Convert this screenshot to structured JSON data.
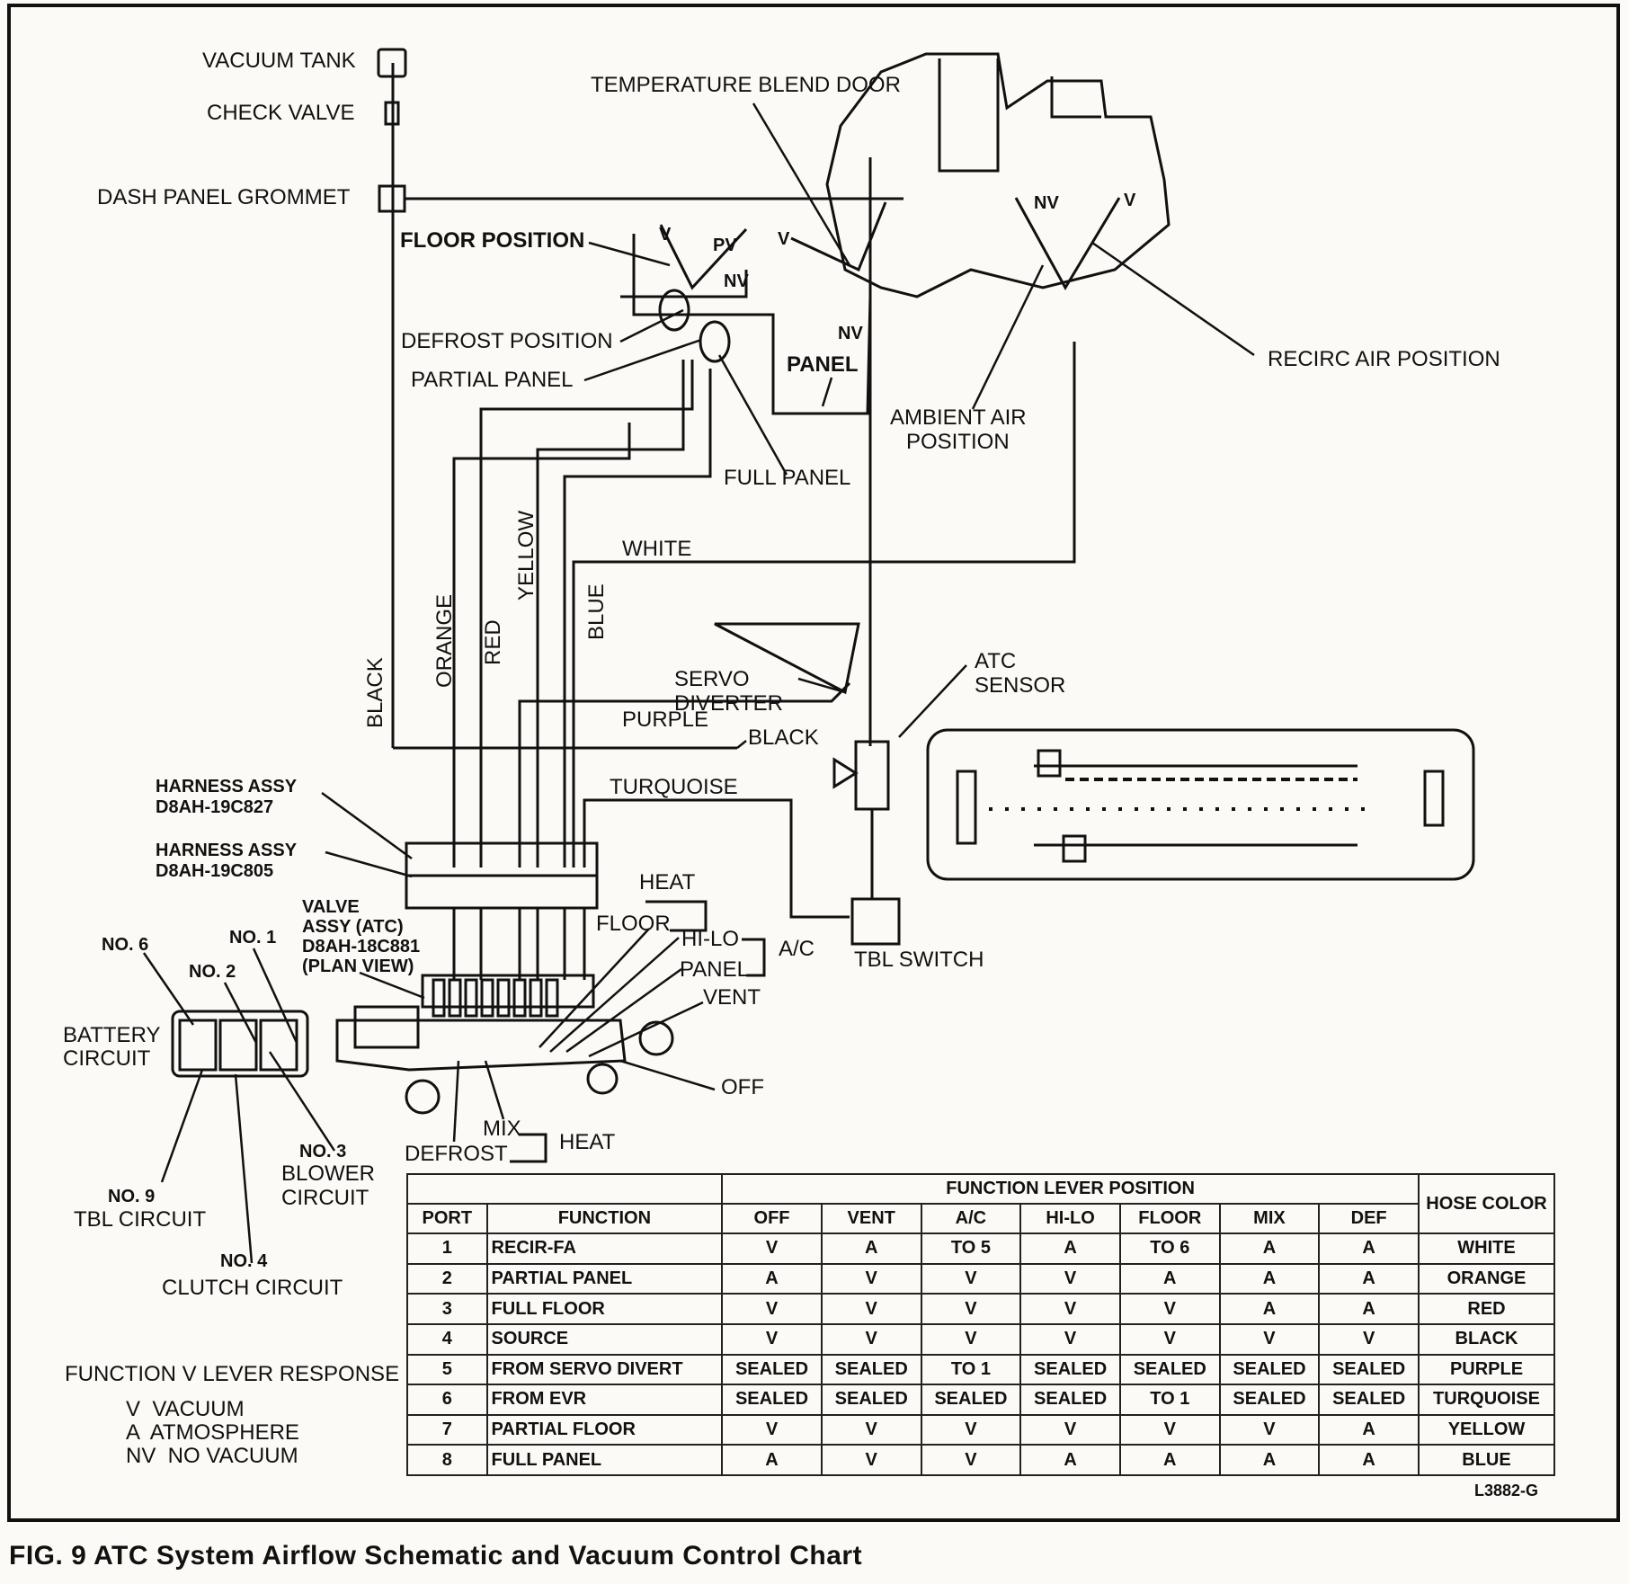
{
  "labels": {
    "vacuum_tank": "VACUUM TANK",
    "check_valve": "CHECK VALVE",
    "dash_panel_grommet": "DASH PANEL GROMMET",
    "temperature_blend_door": "TEMPERATURE BLEND DOOR",
    "floor_position": "FLOOR POSITION",
    "defrost_position": "DEFROST POSITION",
    "partial_panel": "PARTIAL PANEL",
    "panel": "PANEL",
    "full_panel": "FULL PANEL",
    "recirc_air_position": "RECIRC AIR POSITION",
    "ambient_air_position_1": "AMBIENT AIR",
    "ambient_air_position_2": "POSITION",
    "white": "WHITE",
    "yellow": "YELLOW",
    "blue": "BLUE",
    "orange": "ORANGE",
    "red": "RED",
    "black_vertical": "BLACK",
    "servo_diverter_1": "SERVO",
    "servo_diverter_2": "DIVERTER",
    "atc_sensor_1": "ATC",
    "atc_sensor_2": "SENSOR",
    "purple": "PURPLE",
    "black": "BLACK",
    "turquoise": "TURQUOISE",
    "harness_assy_1a": "HARNESS ASSY",
    "harness_assy_1b": "D8AH-19C827",
    "harness_assy_2a": "HARNESS ASSY",
    "harness_assy_2b": "D8AH-19C805",
    "valve_assy_1": "VALVE",
    "valve_assy_2": "ASSY (ATC)",
    "valve_assy_3": "D8AH-18C881",
    "valve_assy_4": "(PLAN VIEW)",
    "no6": "NO. 6",
    "no1": "NO. 1",
    "no2": "NO. 2",
    "no3": "NO. 3",
    "no9": "NO. 9",
    "no4": "NO. 4",
    "battery_circuit_1": "BATTERY",
    "battery_circuit_2": "CIRCUIT",
    "blower_circuit_1": "BLOWER",
    "blower_circuit_2": "CIRCUIT",
    "tbl_circuit": "TBL CIRCUIT",
    "clutch_circuit": "CLUTCH CIRCUIT",
    "heat_top": "HEAT",
    "floor": "FLOOR",
    "hi_lo": "HI-LO",
    "ac": "A/C",
    "panel_lever": "PANEL",
    "vent": "VENT",
    "off": "OFF",
    "mix": "MIX",
    "defrost": "DEFROST",
    "heat_bottom": "HEAT",
    "tbl_switch": "TBL SWITCH",
    "door_v1": "V",
    "door_pv": "PV",
    "door_nv1": "NV",
    "door_v2": "V",
    "door_nv2": "NV",
    "door_nv3": "NV",
    "door_v3": "V"
  },
  "legend": {
    "title": "FUNCTION V LEVER RESPONSE",
    "items": [
      "V  VACUUM",
      "A  ATMOSPHERE",
      "NV  NO VACUUM"
    ]
  },
  "table": {
    "group_header": "FUNCTION LEVER POSITION",
    "hose_header": "HOSE COLOR",
    "columns": [
      "PORT",
      "FUNCTION",
      "OFF",
      "VENT",
      "A/C",
      "HI-LO",
      "FLOOR",
      "MIX",
      "DEF"
    ],
    "rows": [
      {
        "port": "1",
        "function": "RECIR-FA",
        "off": "V",
        "vent": "A",
        "ac": "TO 5",
        "hilo": "A",
        "floor": "TO 6",
        "mix": "A",
        "def": "A",
        "color": "WHITE"
      },
      {
        "port": "2",
        "function": "PARTIAL PANEL",
        "off": "A",
        "vent": "V",
        "ac": "V",
        "hilo": "V",
        "floor": "A",
        "mix": "A",
        "def": "A",
        "color": "ORANGE"
      },
      {
        "port": "3",
        "function": "FULL FLOOR",
        "off": "V",
        "vent": "V",
        "ac": "V",
        "hilo": "V",
        "floor": "V",
        "mix": "A",
        "def": "A",
        "color": "RED"
      },
      {
        "port": "4",
        "function": "SOURCE",
        "off": "V",
        "vent": "V",
        "ac": "V",
        "hilo": "V",
        "floor": "V",
        "mix": "V",
        "def": "V",
        "color": "BLACK"
      },
      {
        "port": "5",
        "function": "FROM SERVO DIVERT",
        "off": "SEALED",
        "vent": "SEALED",
        "ac": "TO 1",
        "hilo": "SEALED",
        "floor": "SEALED",
        "mix": "SEALED",
        "def": "SEALED",
        "color": "PURPLE"
      },
      {
        "port": "6",
        "function": "FROM EVR",
        "off": "SEALED",
        "vent": "SEALED",
        "ac": "SEALED",
        "hilo": "SEALED",
        "floor": "TO 1",
        "mix": "SEALED",
        "def": "SEALED",
        "color": "TURQUOISE"
      },
      {
        "port": "7",
        "function": "PARTIAL FLOOR",
        "off": "V",
        "vent": "V",
        "ac": "V",
        "hilo": "V",
        "floor": "V",
        "mix": "V",
        "def": "A",
        "color": "YELLOW"
      },
      {
        "port": "8",
        "function": "FULL PANEL",
        "off": "A",
        "vent": "V",
        "ac": "V",
        "hilo": "A",
        "floor": "A",
        "mix": "A",
        "def": "A",
        "color": "BLUE"
      }
    ]
  },
  "figure_code": "L3882-G",
  "caption": "FIG. 9 ATC System Airflow Schematic and Vacuum Control Chart"
}
